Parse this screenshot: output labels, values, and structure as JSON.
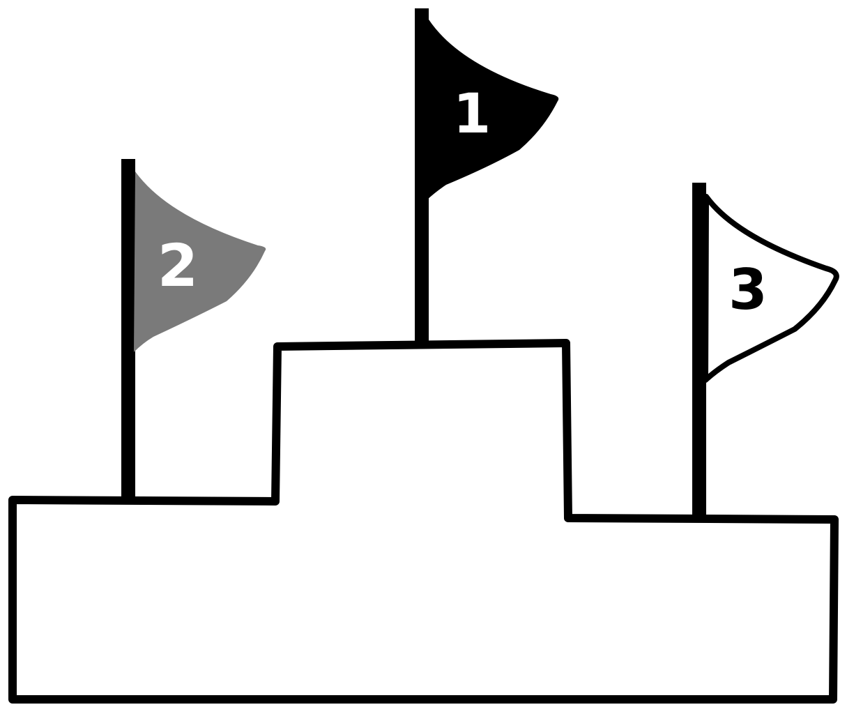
{
  "flags": [
    {
      "label": "1",
      "rank": "first",
      "fill": "#000000",
      "text_color": "#ffffff"
    },
    {
      "label": "2",
      "rank": "second",
      "fill": "#7a7a7a",
      "text_color": "#ffffff"
    },
    {
      "label": "3",
      "rank": "third",
      "fill": "#ffffff",
      "text_color": "#000000"
    }
  ],
  "colors": {
    "stroke": "#000000",
    "background": "#ffffff"
  }
}
